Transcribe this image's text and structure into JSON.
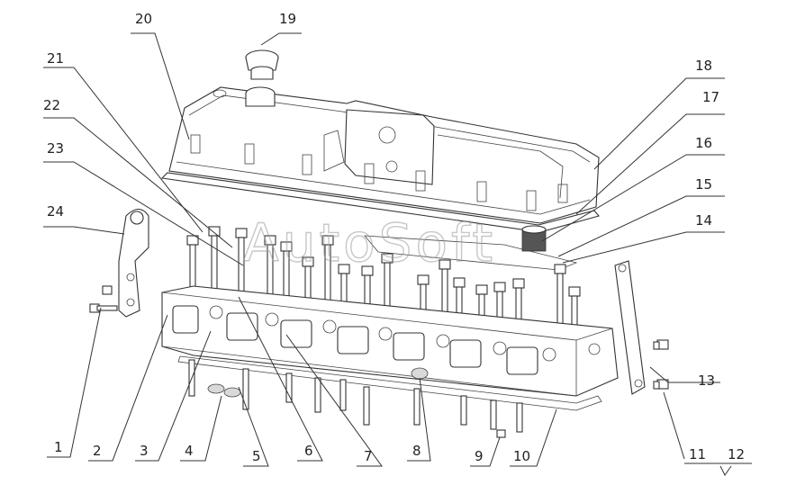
{
  "diagram": {
    "watermark": "AutoSoft",
    "callouts": [
      {
        "id": "1",
        "label": "1"
      },
      {
        "id": "2",
        "label": "2"
      },
      {
        "id": "3",
        "label": "3"
      },
      {
        "id": "4",
        "label": "4"
      },
      {
        "id": "5",
        "label": "5"
      },
      {
        "id": "6",
        "label": "6"
      },
      {
        "id": "7",
        "label": "7"
      },
      {
        "id": "8",
        "label": "8"
      },
      {
        "id": "9",
        "label": "9"
      },
      {
        "id": "10",
        "label": "10"
      },
      {
        "id": "11",
        "label": "11"
      },
      {
        "id": "12",
        "label": "12"
      },
      {
        "id": "13",
        "label": "13"
      },
      {
        "id": "14",
        "label": "14"
      },
      {
        "id": "15",
        "label": "15"
      },
      {
        "id": "16",
        "label": "16"
      },
      {
        "id": "17",
        "label": "17"
      },
      {
        "id": "18",
        "label": "18"
      },
      {
        "id": "19",
        "label": "19"
      },
      {
        "id": "20",
        "label": "20"
      },
      {
        "id": "21",
        "label": "21"
      },
      {
        "id": "22",
        "label": "22"
      },
      {
        "id": "23",
        "label": "23"
      },
      {
        "id": "24",
        "label": "24"
      }
    ]
  }
}
